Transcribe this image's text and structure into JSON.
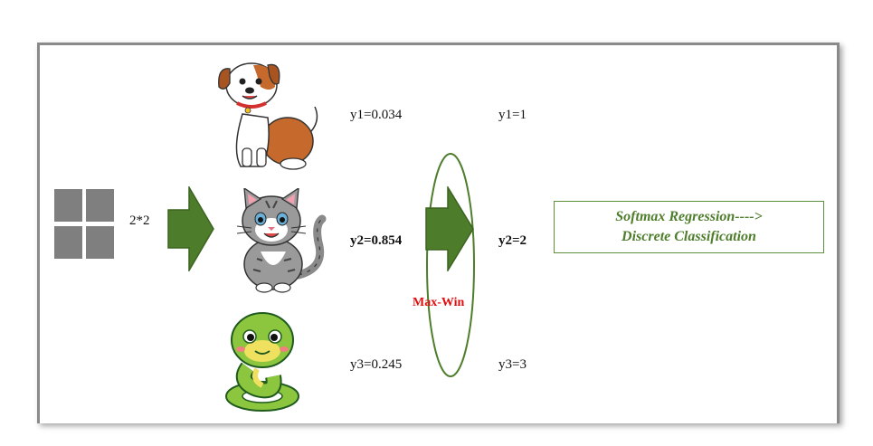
{
  "input": {
    "label": "2*2"
  },
  "animals": [
    {
      "name": "dog-image"
    },
    {
      "name": "cat-image"
    },
    {
      "name": "snake-image"
    }
  ],
  "probabilities": [
    {
      "label": "y1=0.034",
      "bold": false
    },
    {
      "label": "y2=0.854",
      "bold": true
    },
    {
      "label": "y3=0.245",
      "bold": false
    }
  ],
  "classes": [
    {
      "label": "y1=1",
      "bold": false
    },
    {
      "label": "y2=2",
      "bold": true
    },
    {
      "label": "y3=3",
      "bold": false
    }
  ],
  "selector": {
    "label": "Max-Win",
    "color": "#e01010"
  },
  "result_box": {
    "line1": "Softmax Regression---->",
    "line2": "Discrete Classification",
    "color": "#4e7d2c"
  },
  "colors": {
    "arrow": "#4d7d2a",
    "arrow_stroke": "#3c6420",
    "ellipse": "#4e7d2c",
    "grid": "#7f7f7f"
  }
}
